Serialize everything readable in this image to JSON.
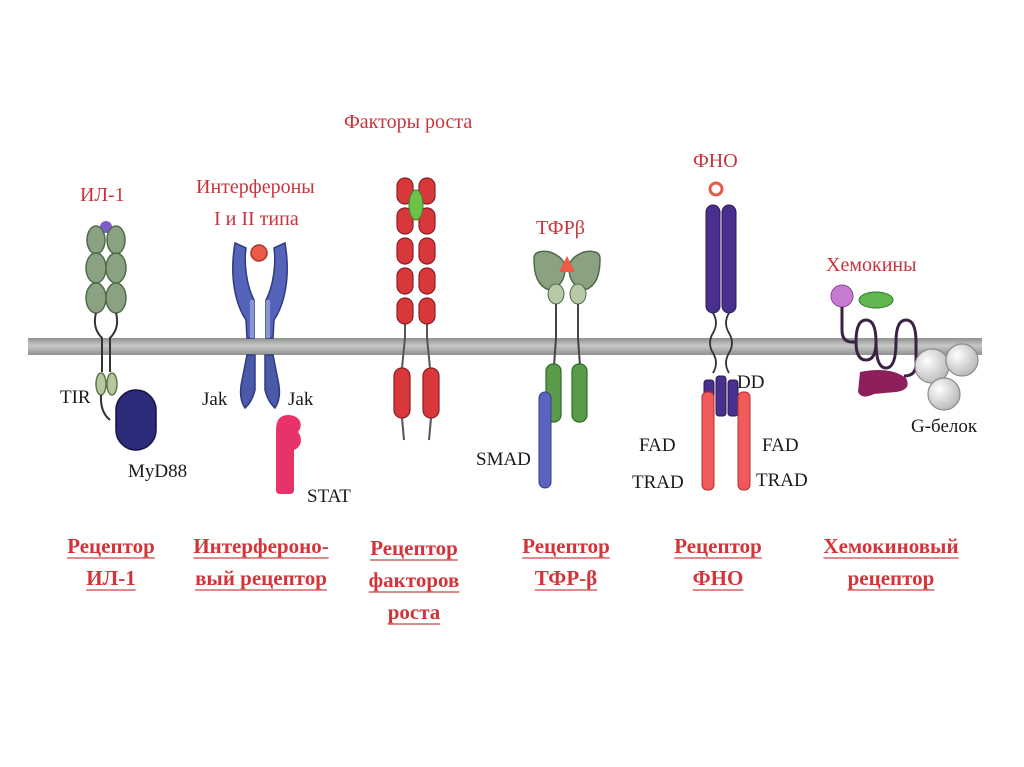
{
  "ligands": {
    "il1": "ИЛ-1",
    "ifn_line1": "Интерфероны",
    "ifn_line2": "I и II типа",
    "growth": "Факторы роста",
    "tgf": "ТФРβ",
    "tnf": "ФНО",
    "chemokines": "Хемокины"
  },
  "components": {
    "tir": "TIR",
    "myd88": "MyD88",
    "jak_left": "Jak",
    "jak_right": "Jak",
    "stat": "STAT",
    "smad": "SMAD",
    "dd": "DD",
    "fad_left": "FAD",
    "trad_left": "TRAD",
    "fad_right": "FAD",
    "trad_right": "TRAD",
    "g_protein": "G-белок"
  },
  "captions": {
    "il1_receptor": "Рецептор\nИЛ-1",
    "ifn_receptor": "Интерфероно-\nвый рецептор",
    "growth_receptor": "Рецептор\nфакторов\nроста",
    "tgf_receptor": "Рецептор\nТФР-β",
    "tnf_receptor": "Рецептор\nФНО",
    "chemokine_receptor": "Хемокиновый\nрецептор"
  },
  "colors": {
    "label_red": "#d2343a",
    "il1_green": "#7e9a72",
    "ifn_blue": "#4f5fb0",
    "growth_red": "#d8383c",
    "tnf_purple": "#4b2f8e",
    "stat_pink": "#e8336a",
    "membrane": "#a9aca9"
  }
}
